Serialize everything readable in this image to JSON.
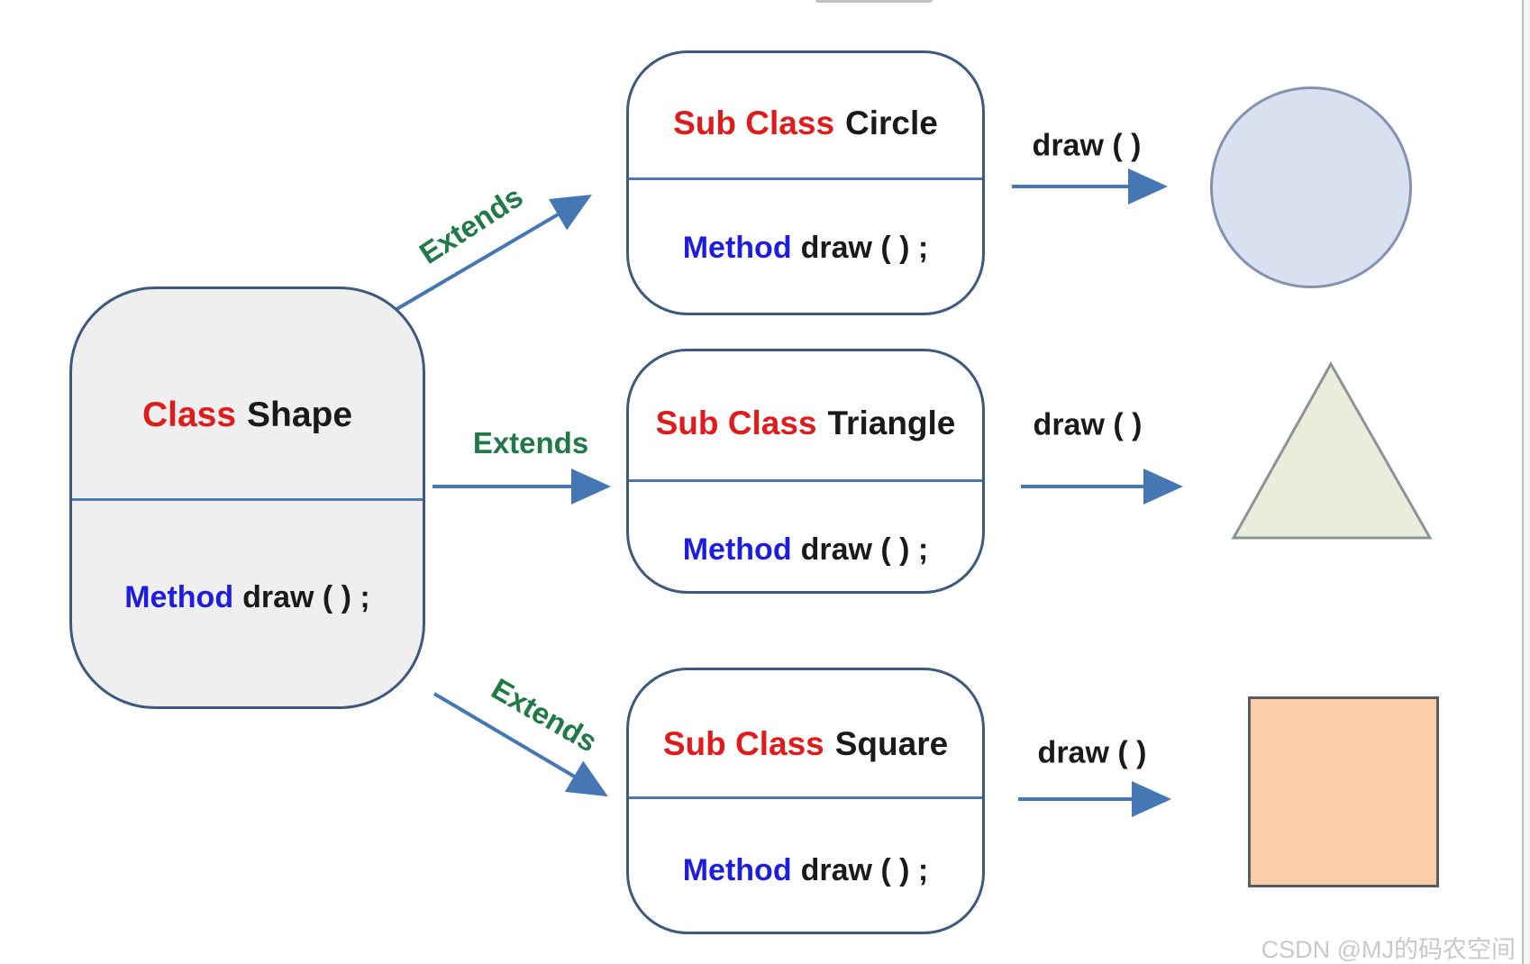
{
  "diagram_title_hint": "class inheritance diagram",
  "base_class": {
    "keyword": "Class",
    "name": "Shape",
    "method_keyword": "Method",
    "method_signature": "draw ( ) ;"
  },
  "subclasses": [
    {
      "keyword": "Sub Class",
      "name": "Circle",
      "method_keyword": "Method",
      "method_signature": "draw ( ) ;",
      "extends_label": "Extends",
      "call_label": "draw ( )",
      "result_shape": "circle"
    },
    {
      "keyword": "Sub Class",
      "name": "Triangle",
      "method_keyword": "Method",
      "method_signature": "draw ( ) ;",
      "extends_label": "Extends",
      "call_label": "draw ( )",
      "result_shape": "triangle"
    },
    {
      "keyword": "Sub Class",
      "name": "Square",
      "method_keyword": "Method",
      "method_signature": "draw ( ) ;",
      "extends_label": "Extends",
      "call_label": "draw ( )",
      "result_shape": "square"
    }
  ],
  "watermark": "CSDN @MJ的码农空间",
  "colors": {
    "box_border": "#3d5a7e",
    "box_divider": "#4d7ab0",
    "base_box_fill": "#efeff0",
    "sub_box_fill": "#ffffff",
    "arrow_blue": "#4577b4",
    "keyword_red": "#e01b1b",
    "method_blue": "#1d1de0",
    "extends_green": "#1f7a45",
    "circle_fill": "#d9e1f0",
    "circle_stroke": "#8292b0",
    "triangle_fill": "#e9eeda",
    "triangle_stroke": "#8b9399",
    "square_fill": "#fccda6",
    "square_stroke": "#575c62",
    "watermark_gray": "#c9c9c9"
  }
}
